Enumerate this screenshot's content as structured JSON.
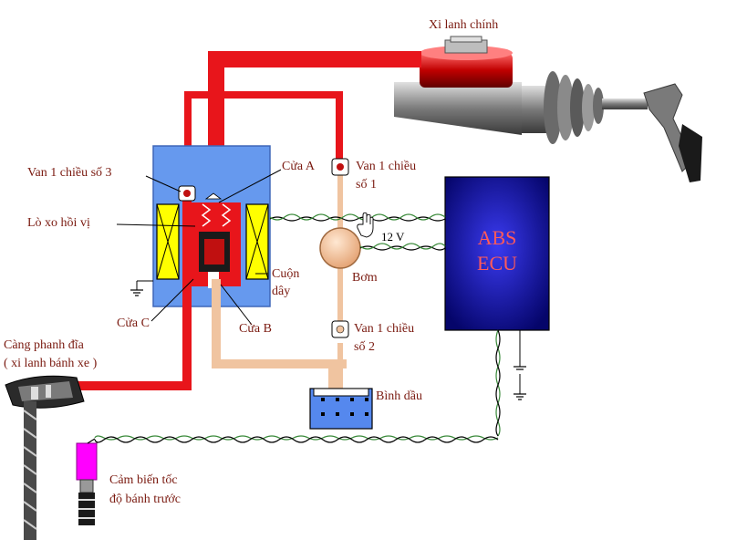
{
  "labels": {
    "master_cylinder": "Xi lanh chính",
    "check_valve_3": "Van 1 chiều số 3",
    "port_a": "Cửa A",
    "check_valve_1_line1": "Van 1 chiều",
    "check_valve_1_line2": "số 1",
    "return_spring": "Lò xo hồi vị",
    "coil_line1": "Cuộn",
    "coil_line2": "dây",
    "pump": "Bơm",
    "port_c": "Cửa C",
    "port_b": "Cửa B",
    "check_valve_2_line1": "Van 1 chiều",
    "check_valve_2_line2": "số 2",
    "caliper_line1": "Càng phanh đĩa",
    "caliper_line2": "( xi lanh bánh xe )",
    "reservoir": "Bình dầu",
    "sensor_line1": "Cảm biến tốc",
    "sensor_line2": "độ bánh trước",
    "voltage": "12 V",
    "ecu_line1": "ABS",
    "ecu_line2": "ECU"
  },
  "colors": {
    "high_pressure_line": "#e8151b",
    "low_pressure_line": "#f0c4a0",
    "valve_body": "#6699ee",
    "coil": "#ffff00",
    "ecu_fill": "#0a0a8a",
    "ecu_text": "#ff5a5a",
    "sensor": "#ff00ff",
    "reservoir_fill": "#5588ee",
    "signal_wire": "#3a8a3a",
    "label_text": "#7a1a10"
  }
}
